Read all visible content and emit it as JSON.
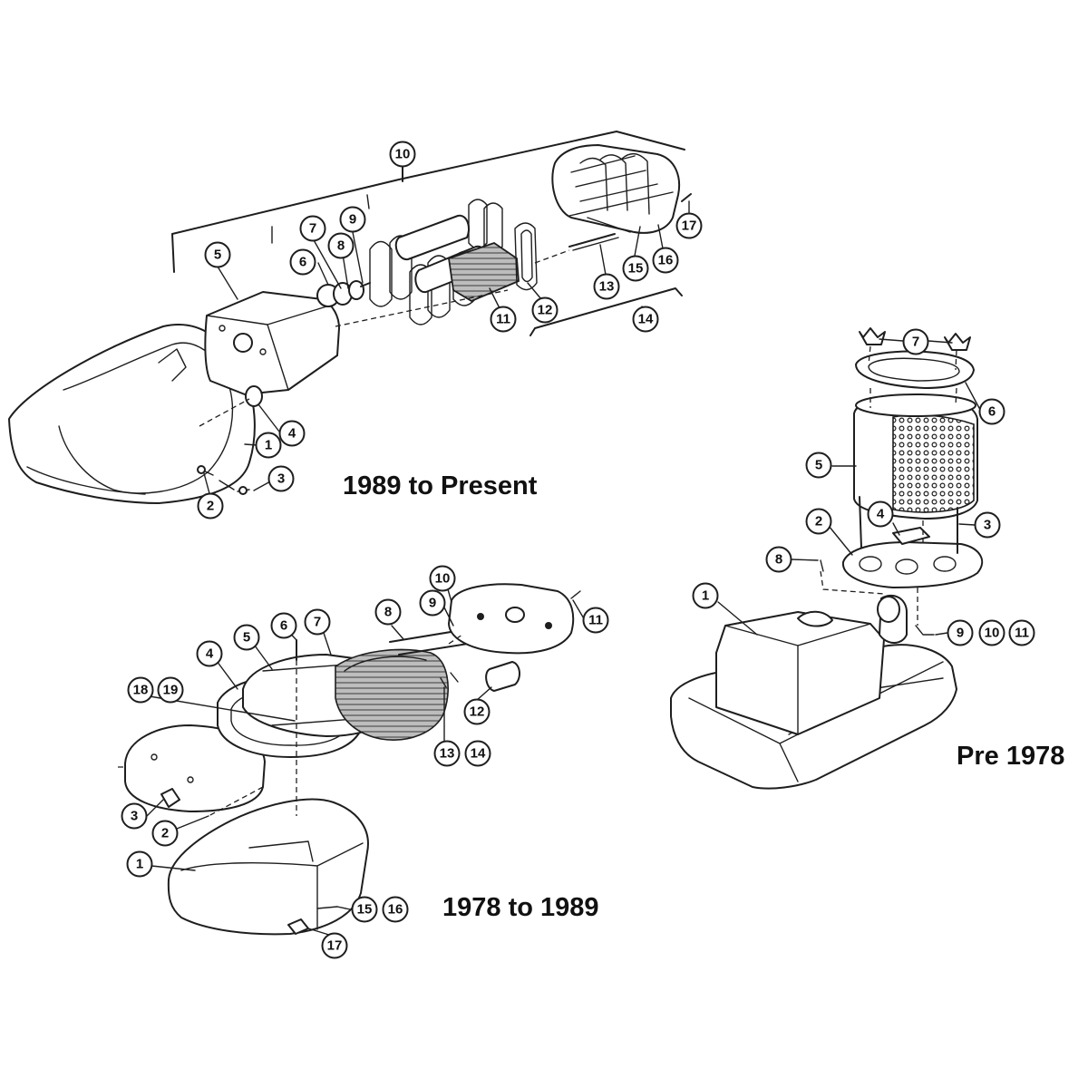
{
  "diagrams": {
    "modern": {
      "title": "1989 to Present",
      "callouts": [
        "1",
        "2",
        "3",
        "4",
        "5",
        "6",
        "7",
        "8",
        "9",
        "10",
        "11",
        "12",
        "13",
        "14",
        "15",
        "16",
        "17"
      ]
    },
    "pre1978": {
      "title": "Pre 1978",
      "callouts": [
        "1",
        "2",
        "3",
        "4",
        "5",
        "6",
        "7",
        "8",
        "9",
        "10",
        "11"
      ]
    },
    "mid": {
      "title": "1978 to 1989",
      "callouts": [
        "1",
        "2",
        "3",
        "4",
        "5",
        "6",
        "7",
        "8",
        "9",
        "10",
        "11",
        "12",
        "13",
        "14",
        "15",
        "16",
        "17",
        "18",
        "19"
      ]
    }
  },
  "colors": {
    "line": "#1e1e1e",
    "background": "#ffffff",
    "mesh": "#d9d9d9"
  }
}
